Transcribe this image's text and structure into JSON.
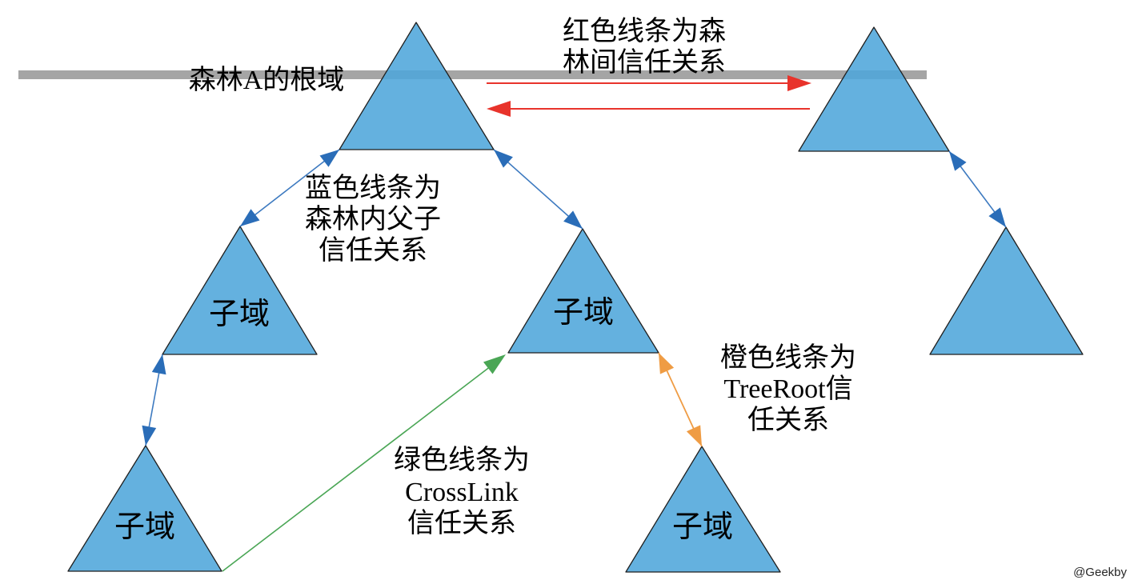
{
  "diagram": {
    "bar_label": "森林A的根域",
    "domain_label": "子域",
    "watermark": "@Geekby",
    "legends": {
      "red": [
        "红色线条为森",
        "林间信任关系"
      ],
      "blue": [
        "蓝色线条为",
        "森林内父子",
        "信任关系"
      ],
      "green": [
        "绿色线条为",
        "CrossLink",
        "信任关系"
      ],
      "orange": [
        "橙色线条为",
        "TreeRoot信",
        "任关系"
      ]
    }
  },
  "colors": {
    "background": "#ffffff",
    "triangle_fill": "#4fa6db",
    "triangle_stroke": "#1f1f1f",
    "root_bar": "#a5a5a5",
    "blue_arrow": "#2a6db8",
    "blue_arrow_line": "#3d7ac0",
    "red_arrow": "#e8332b",
    "green_arrow": "#4aa655",
    "orange_arrow": "#ef9c44",
    "label_text": "#000000",
    "watermark_text": "#262626"
  }
}
